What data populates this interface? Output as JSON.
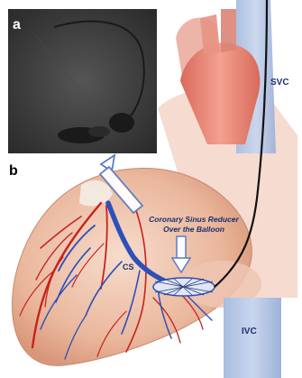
{
  "panels": {
    "a": "a",
    "b": "b"
  },
  "labels": {
    "svc": "SVC",
    "ivc": "IVC",
    "cs": "CS",
    "device_line1": "Coronary Sinus Reducer",
    "device_line2": "Over the Balloon"
  },
  "colors": {
    "fluoro_background": "#3a3a3a",
    "heart_tissue": "#ecc3ae",
    "artery_red": "#c8221c",
    "vein_blue": "#2f4fb8",
    "arrow_outline": "#5a7cc0",
    "label_text": "#1c2f6e"
  }
}
